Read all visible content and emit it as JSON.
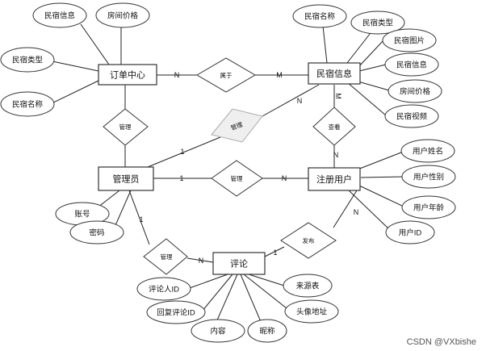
{
  "entities": {
    "order_center": "订单中心",
    "bnb_info": "民宿信息",
    "admin": "管理员",
    "registered_user": "注册用户",
    "comment": "评论"
  },
  "attributes": {
    "order_bnb_info": "民宿信息",
    "order_room_price": "房间价格",
    "order_bnb_type": "民宿类型",
    "order_bnb_name": "民宿名称",
    "bnb_name": "民宿名称",
    "bnb_type": "民宿类型",
    "bnb_image": "民宿图片",
    "bnb_info": "民宿信息",
    "bnb_room_price": "房间价格",
    "bnb_video": "民宿视频",
    "user_name": "用户姓名",
    "user_gender": "用户性别",
    "user_age": "用户年龄",
    "user_id": "用户ID",
    "admin_account": "账号",
    "admin_password": "密码",
    "comment_user_id": "评论人ID",
    "comment_source": "来源表",
    "comment_reply_id": "回复评论ID",
    "comment_avatar": "头像地址",
    "comment_content": "内容",
    "comment_nickname": "昵称"
  },
  "relationships": {
    "belongs": "属于",
    "manage_order": "管理",
    "manage_bnb": "管理",
    "view": "查看",
    "manage_user": "管理",
    "manage_comment": "管理",
    "post": "发布"
  },
  "cardinality": {
    "order_belongs": "N",
    "belongs_bnb": "M",
    "bnb_manage": "N",
    "admin_manage_bnb": "1",
    "bnb_view": "M",
    "view_user": "N",
    "admin_manage_user": "1",
    "manage_user_user": "N",
    "admin_manage_comment": "1",
    "manage_comment_comment": "N",
    "comment_post": "1",
    "post_user": "N"
  },
  "watermark": "CSDN @VXbishe"
}
